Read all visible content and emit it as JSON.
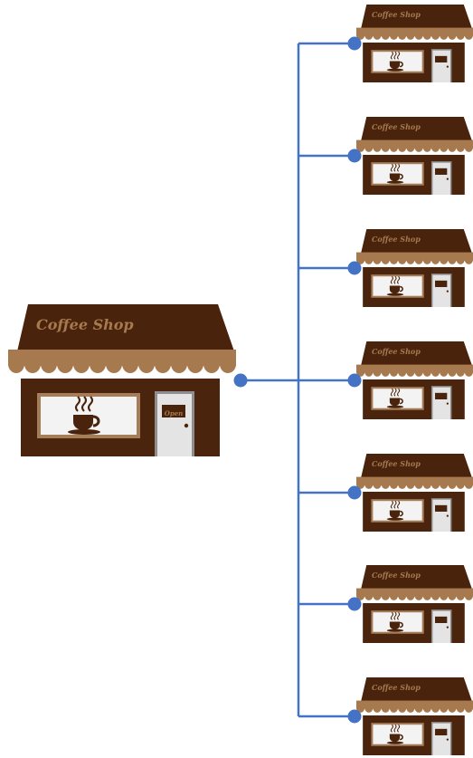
{
  "diagram": {
    "title": "",
    "hub": {
      "sign": "Coffee Shop",
      "door_sign": "Open"
    },
    "branches": [
      {
        "sign": "Coffee Shop"
      },
      {
        "sign": "Coffee Shop"
      },
      {
        "sign": "Coffee Shop"
      },
      {
        "sign": "Coffee Shop"
      },
      {
        "sign": "Coffee Shop"
      },
      {
        "sign": "Coffee Shop"
      },
      {
        "sign": "Coffee Shop"
      }
    ]
  },
  "colors": {
    "roof": "#4a230c",
    "awning": "#a67a4e",
    "walls": "#4b240d",
    "window_frame": "#a57e59",
    "window_glass": "#f3f3f3",
    "cup": "#4a230c",
    "door": "#e4e4e4",
    "door_frame": "#8e8e8e",
    "sign_text": "#a67a4e",
    "connector": "#4472c4"
  }
}
